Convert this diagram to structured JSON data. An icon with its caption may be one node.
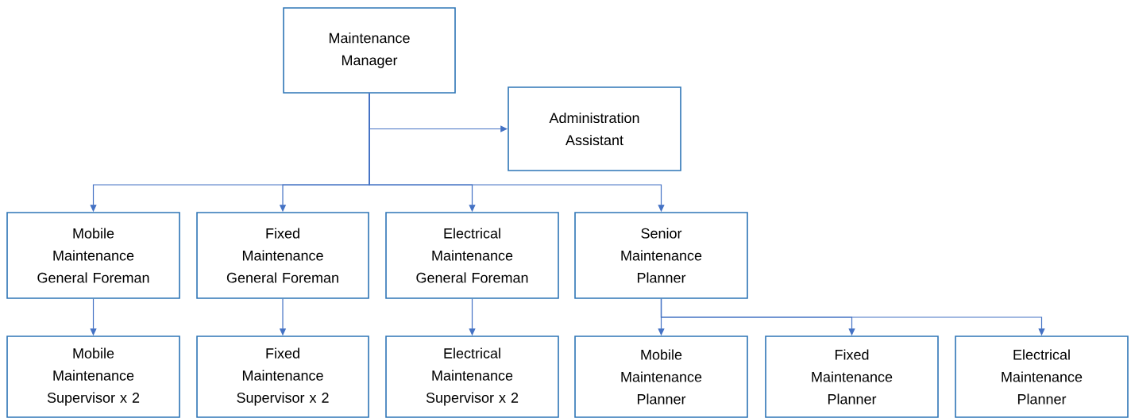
{
  "diagram": {
    "nodes": [
      {
        "text": [
          "Maintenance Manager"
        ]
      },
      {
        "text": [
          "Administration Assistant"
        ]
      },
      {
        "text": [
          "Mobile Maintenance General Foreman"
        ]
      },
      {
        "text": [
          "Fixed Maintenance General Foreman"
        ]
      },
      {
        "text": [
          "Electrical Maintenance General Foreman"
        ]
      },
      {
        "text": [
          "Senior Maintenance Planner"
        ]
      },
      {
        "text": [
          "Mobile Maintenance Supervisor x 2"
        ]
      },
      {
        "text": [
          "Fixed Maintenance Supervisor x 2"
        ]
      },
      {
        "text": [
          "Electrical Maintenance Supervisor x 2"
        ]
      },
      {
        "text": [
          "Mobile Maintenance Planner"
        ]
      },
      {
        "text": [
          "Fixed Maintenance Planner"
        ]
      },
      {
        "text": [
          "Electrical Maintenance Planner"
        ]
      }
    ],
    "edges": [
      {
        "from": 0,
        "to": 1,
        "arrow": "to"
      },
      {
        "from": 0,
        "to": 2,
        "arrow": "to"
      },
      {
        "from": 0,
        "to": 3,
        "arrow": "to"
      },
      {
        "from": 0,
        "to": 4,
        "arrow": "to"
      },
      {
        "from": 0,
        "to": 5,
        "arrow": "to"
      },
      {
        "from": 2,
        "to": 6,
        "arrow": "to"
      },
      {
        "from": 3,
        "to": 7,
        "arrow": "to"
      },
      {
        "from": 4,
        "to": 8,
        "arrow": "to"
      },
      {
        "from": 5,
        "to": 9,
        "arrow": "to"
      },
      {
        "from": 5,
        "to": 10,
        "arrow": "to"
      },
      {
        "from": 5,
        "to": 11,
        "arrow": "to"
      }
    ]
  }
}
